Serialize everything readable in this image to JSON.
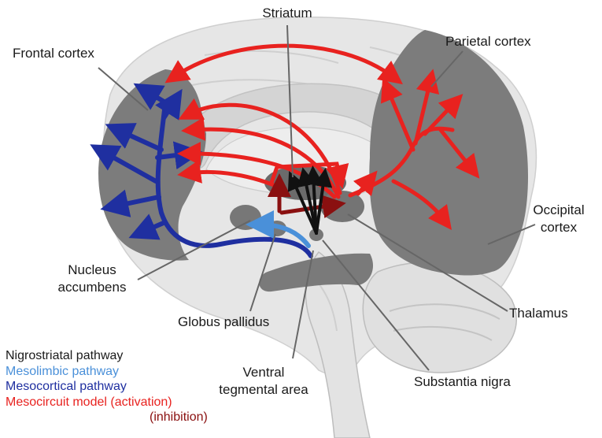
{
  "labels": {
    "striatum": "Striatum",
    "frontal_cortex": "Frontal cortex",
    "parietal_cortex": "Parietal cortex",
    "occipital_cortex_line1": "Occipital",
    "occipital_cortex_line2": "cortex",
    "nucleus_accumbens_line1": "Nucleus",
    "nucleus_accumbens_line2": "accumbens",
    "thalamus": "Thalamus",
    "globus_pallidus": "Globus pallidus",
    "ventral_tegmental_line1": "Ventral",
    "ventral_tegmental_line2": "tegmental area",
    "substantia_nigra": "Substantia nigra"
  },
  "legend": [
    {
      "text": "Nigrostriatal pathway",
      "color": "#1a1a1a"
    },
    {
      "text": "Mesolimbic pathway",
      "color": "#4a90d9"
    },
    {
      "text": "Mesocortical pathway",
      "color": "#1f2fa0"
    },
    {
      "text": "Mesocircuit model (activation)",
      "color": "#e8221f"
    },
    {
      "text": "(inhibition)",
      "color": "#8a1010"
    }
  ],
  "colors": {
    "nigrostriatal": "#111111",
    "mesolimbic": "#4a90d9",
    "mesocortical": "#1f2fa0",
    "activation": "#e8221f",
    "inhibition": "#8a1010",
    "cortex_shade": "#7c7c7c",
    "brain_light": "#e6e6e6"
  }
}
